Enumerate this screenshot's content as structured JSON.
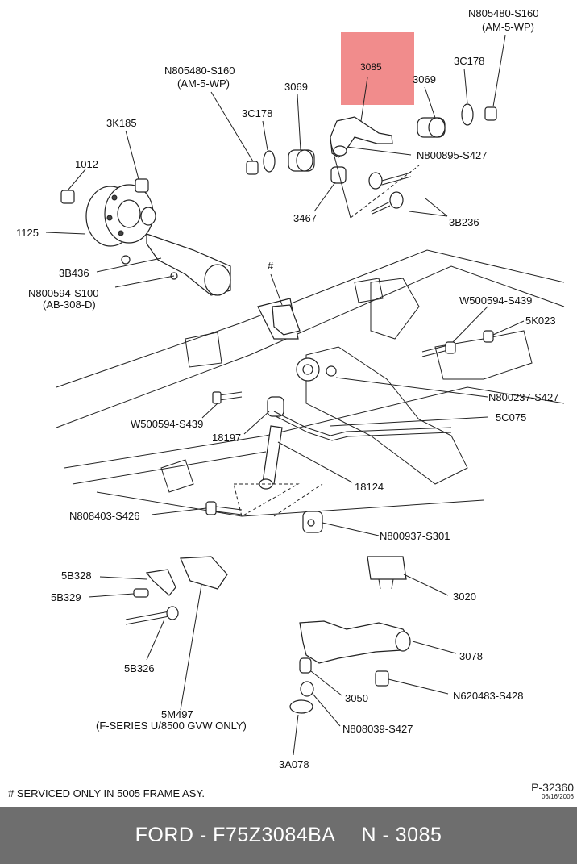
{
  "labels": {
    "n805480_top_right": "N805480-S160",
    "am5wp_top_right": "(AM-5-WP)",
    "p3085": "3085",
    "p3c178_right": "3C178",
    "p3069_right": "3069",
    "n805480_top_left": "N805480-S160",
    "am5wp_top_left": "(AM-5-WP)",
    "p3069_left": "3069",
    "p3c178_left": "3C178",
    "p3k185": "3K185",
    "p1012": "1012",
    "p1125": "1125",
    "n800895": "N800895-S427",
    "p3467": "3467",
    "p3b236": "3B236",
    "p3b436": "3B436",
    "n800594": "N800594-S100",
    "ab308": "(AB-308-D)",
    "hash": "#",
    "w500594_right": "W500594-S439",
    "p5k023": "5K023",
    "n800237": "N800237-S427",
    "p5c075": "5C075",
    "w500594_left": "W500594-S439",
    "p18197": "18197",
    "p18124": "18124",
    "n808403": "N808403-S426",
    "n800937": "N800937-S301",
    "p5b328": "5B328",
    "p5b329": "5B329",
    "p5b326": "5B326",
    "p5m497": "5M497",
    "fseries": "(F-SERIES U/8500 GVW ONLY)",
    "p3020": "3020",
    "p3078": "3078",
    "p3050": "3050",
    "n620483": "N620483-S428",
    "n808039": "N808039-S427",
    "p3a078": "3A078"
  },
  "note": "# SERVICED ONLY IN 5005 FRAME ASY.",
  "reference": {
    "number": "P-32360",
    "date": "06/16/2006"
  },
  "footer": {
    "brand_part": "FORD - F75Z3084BA",
    "ref": "N - 3085"
  },
  "highlight_color": "#f08080",
  "footer_color": "#6e6e6e"
}
